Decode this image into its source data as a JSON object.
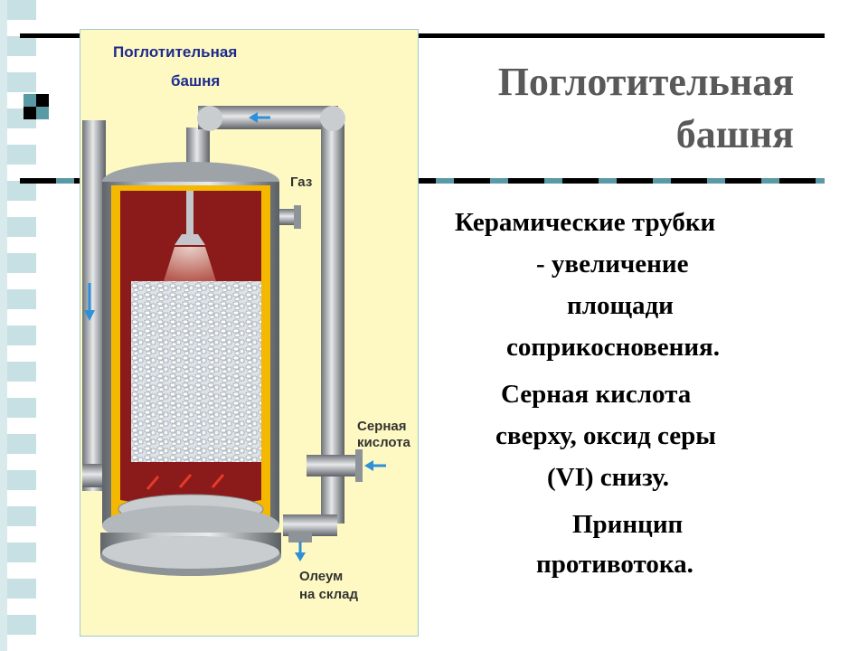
{
  "slide": {
    "title_line1": "Поглотительная",
    "title_line2": "башня",
    "text_lines": [
      "Керамические трубки",
      "-  увеличение",
      "площади",
      "соприкосновения.",
      "Серная кислота",
      "сверху, оксид серы",
      "(VI) снизу.",
      "Принцип",
      "противотока."
    ]
  },
  "figure": {
    "title_line1": "Поглотительная",
    "title_line2": "башня",
    "gas_label": "Газ",
    "acid_label_line1": "Серная",
    "acid_label_line2": "кислота",
    "oleum_label_line1": "Олеум",
    "oleum_label_line2": "на склад"
  },
  "colors": {
    "accent_teal": "#5a9aa5",
    "strip_light": "#c6e0e4",
    "figure_bg": "#fef9c2",
    "figure_title": "#1d2a8c",
    "title_gray": "#595959",
    "tower_red": "#8b1a1a",
    "tower_yellow": "#f5b800",
    "arrow_blue": "#2f8fd8"
  }
}
